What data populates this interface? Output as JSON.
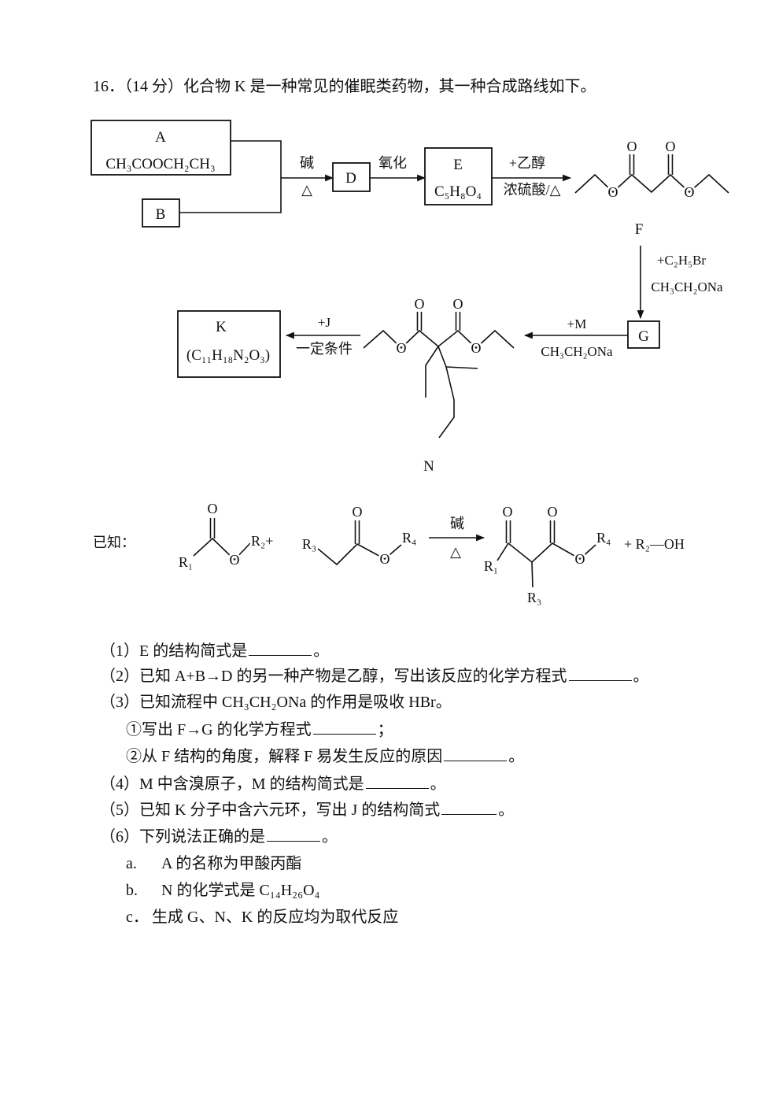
{
  "question": {
    "title": "16．（14 分）化合物 K 是一种常见的催眠类药物，其一种合成路线如下。"
  },
  "scheme": {
    "A": {
      "label": "A",
      "formula": "CH₃COOCH₂CH₃"
    },
    "B": {
      "label": "B"
    },
    "arrow_AB_D": {
      "above": "碱",
      "below": "△"
    },
    "D": {
      "label": "D"
    },
    "arrow_D_E": {
      "above": "氧化"
    },
    "E": {
      "label": "E",
      "formula": "C₅H₈O₄"
    },
    "arrow_E_F": {
      "above": "+乙醇",
      "below": "浓硫酸/△"
    },
    "F": {
      "label": "F",
      "atom_O": "O"
    },
    "arrow_F_G": {
      "reagent": "+C₂H₅Br",
      "condition": "CH₃CH₂ONa"
    },
    "G": {
      "label": "G"
    },
    "arrow_G_N": {
      "above": "+M",
      "below": "CH₃CH₂ONa"
    },
    "N": {
      "label": "N",
      "atom_O": "O"
    },
    "arrow_N_K": {
      "above": "+J",
      "below": "一定条件"
    },
    "K": {
      "label": "K",
      "formula": "(C₁₁H₁₈N₂O₃)"
    }
  },
  "known": {
    "label": "已知：",
    "reactant1": {
      "R1": "R₁",
      "R2": "R₂+",
      "O": "O"
    },
    "reactant2": {
      "R3": "R₃",
      "R4": "R₄",
      "O": "O"
    },
    "arrow": {
      "above": "碱",
      "below": "△"
    },
    "product": {
      "R1": "R₁",
      "R3": "R₃",
      "R4": "R₄",
      "O": "O"
    },
    "byproduct": "+ R₂—OH"
  },
  "questions": [
    {
      "before": "（1）E 的结构简式是",
      "after": "。"
    },
    {
      "before": "（2）已知 A+B→D 的另一种产物是乙醇，写出该反应的化学方程式",
      "after": "。"
    },
    {
      "text": "（3）已知流程中 CH₃CH₂ONa 的作用是吸收 HBr。"
    },
    {
      "before": "①写出 F→G 的化学方程式",
      "after": "；"
    },
    {
      "before": "②从 F 结构的角度，解释 F 易发生反应的原因",
      "after": "。"
    },
    {
      "before": "（4）M 中含溴原子，M 的结构简式是",
      "after": "。"
    },
    {
      "before": "（5）已知 K 分子中含六元环，写出 J 的结构简式",
      "after": "。"
    },
    {
      "before": "（6）下列说法正确的是",
      "after": "。"
    }
  ],
  "options": [
    {
      "key": "a.",
      "text": "A 的名称为甲酸丙酯"
    },
    {
      "key": "b.",
      "text": "N 的化学式是 C₁₄H₂₆O₄"
    },
    {
      "key": "c．",
      "text": "生成 G、N、K 的反应均为取代反应"
    }
  ]
}
